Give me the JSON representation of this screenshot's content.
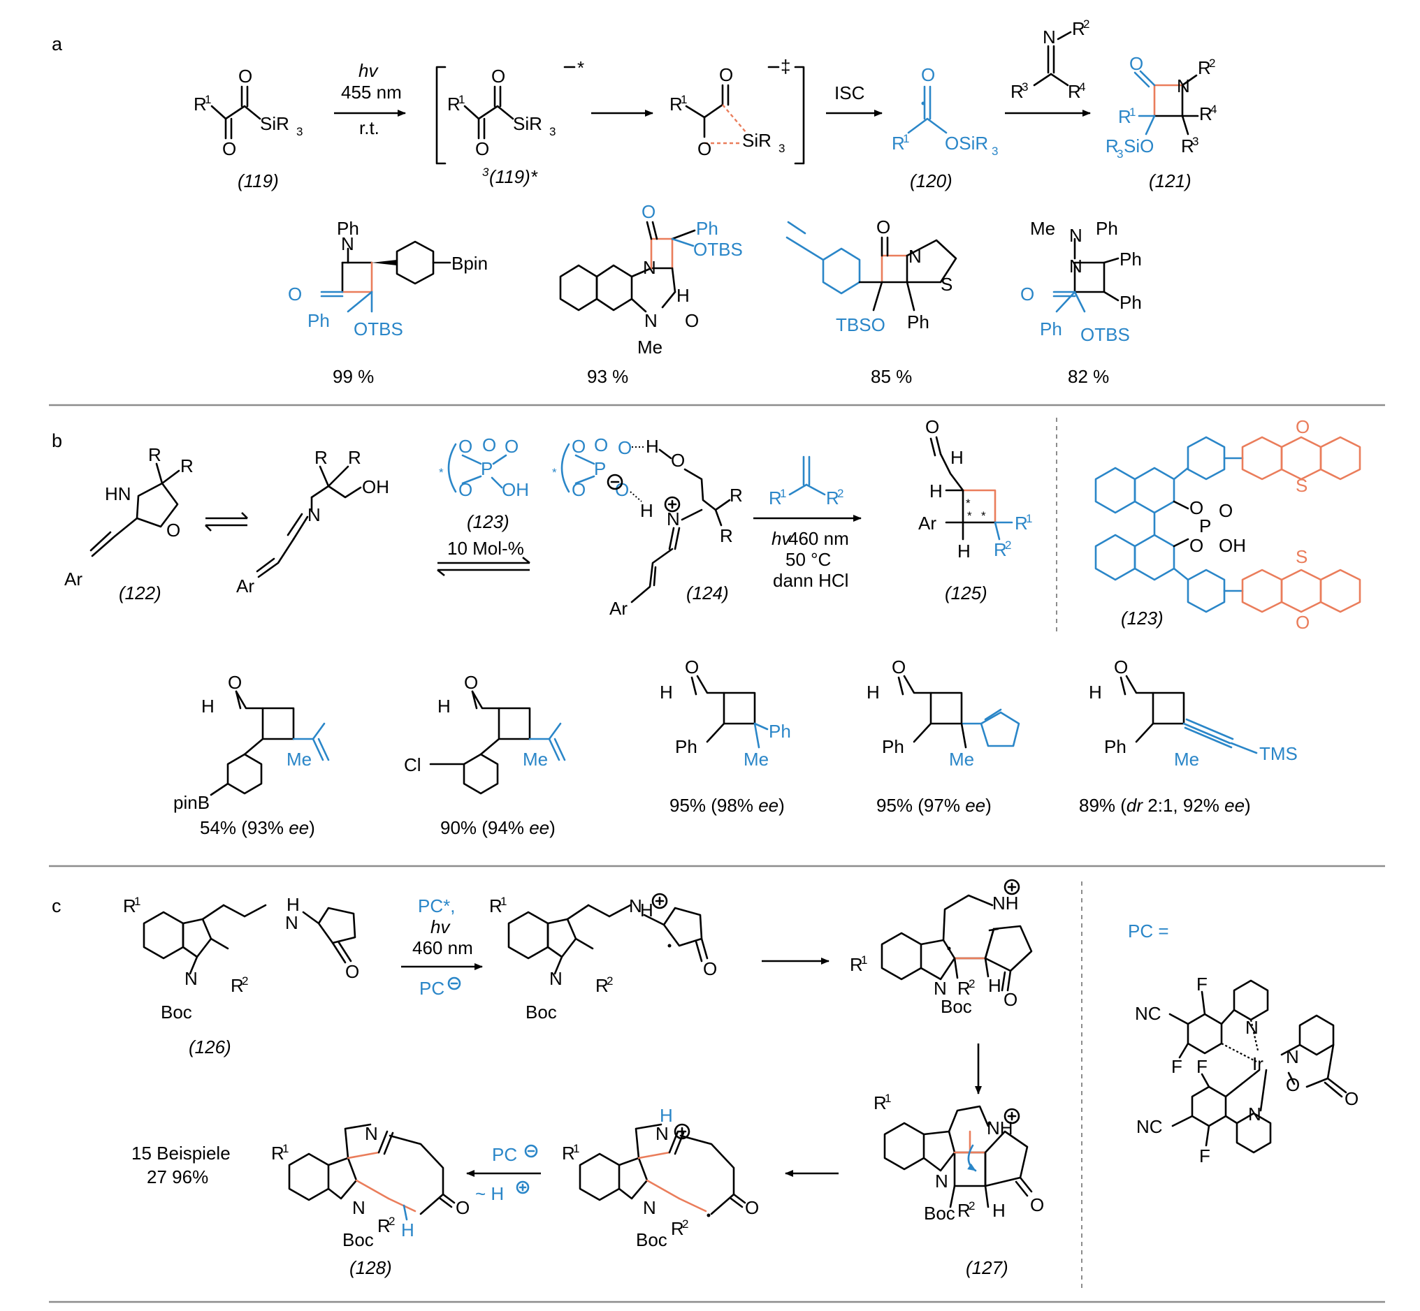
{
  "panels": {
    "a": "a",
    "b": "b",
    "c": "c"
  },
  "a": {
    "arrow1": {
      "line1": "hv",
      "line2": "455 nm",
      "line3": "r.t."
    },
    "isc": "ISC",
    "labels": {
      "l119": "(119)",
      "l119star_sup": "3",
      "l119star": "(119)*",
      "l120": "(120)",
      "l121": "(121)"
    },
    "brackets": {
      "star": "*",
      "dagger": "‡"
    },
    "atoms": {
      "R1": "R",
      "sup1": "1",
      "O": "O",
      "SiR3": "SiR",
      "sub3": "3",
      "OSiR3": "OSiR",
      "R2": "R",
      "sup2": "2",
      "R3": "R",
      "sup3": "3",
      "R4": "R",
      "sup4": "4",
      "N": "N",
      "R3SiO": "R",
      "R3SiO_rest": "SiO"
    },
    "examples": [
      {
        "yield": "99 %",
        "ph": "Ph",
        "otbs": "OTBS",
        "bpin": "Bpin",
        "n": "N",
        "o": "O"
      },
      {
        "yield": "93 %",
        "ph": "Ph",
        "otbs": "OTBS",
        "h": "H",
        "me": "Me",
        "n": "N",
        "o": "O"
      },
      {
        "yield": "85 %",
        "tbso": "TBSO",
        "ph": "Ph",
        "s": "S",
        "n": "N",
        "o": "O"
      },
      {
        "yield": "82 %",
        "me": "Me",
        "ph": "Ph",
        "otbs": "OTBS",
        "n": "N",
        "o": "O"
      }
    ]
  },
  "b": {
    "labels": {
      "l122": "(122)",
      "l123": "(123)",
      "l124": "(124)",
      "l125": "(125)",
      "l123b": "(123)"
    },
    "mol": "10 Mol-%",
    "conditions": {
      "line1": "hv",
      "line1b": " 460 nm",
      "line2": "50 °C",
      "line3": "dann HCl"
    },
    "atoms": {
      "R": "R",
      "HN": "HN",
      "O": "O",
      "Ar": "Ar",
      "N": "N",
      "OH": "OH",
      "P": "P",
      "H": "H",
      "star": "*"
    },
    "examples": [
      {
        "yield": "54% (93% ",
        "ee": "ee",
        "close": ")",
        "sub": "pinB",
        "me": "Me"
      },
      {
        "yield": "90% (94% ",
        "ee": "ee",
        "close": ")",
        "sub": "Cl",
        "me": "Me"
      },
      {
        "yield": "95% (98% ",
        "ee": "ee",
        "close": ")",
        "ph": "Ph",
        "me": "Me",
        "ph2": "Ph"
      },
      {
        "yield": "95% (97% ",
        "ee": "ee",
        "close": ")",
        "ph": "Ph",
        "me": "Me"
      },
      {
        "yield": "89% (",
        "dr": "dr",
        "mid": " 2:1, 92% ",
        "ee": "ee",
        "close": ")",
        "ph": "Ph",
        "me": "Me",
        "tms": "TMS"
      }
    ]
  },
  "c": {
    "arrow1": {
      "pc": "PC*,",
      "hv": "hv",
      "nm": "460 nm",
      "pcm": "PC"
    },
    "arrow_back": {
      "pcm": "PC",
      "h": "~ H"
    },
    "pc_eq": "PC =",
    "labels": {
      "l126": "(126)",
      "l127": "(127)",
      "l128": "(128)"
    },
    "summary": {
      "line1": "15 Beispiele",
      "line2": "27  96%"
    },
    "atoms": {
      "R1": "R",
      "sup1": "1",
      "R2": "R",
      "sup2": "2",
      "N": "N",
      "H": "H",
      "Boc": "Boc",
      "O": "O",
      "NH": "NH",
      "NC": "NC",
      "F": "F",
      "Ir": "Ir"
    }
  }
}
